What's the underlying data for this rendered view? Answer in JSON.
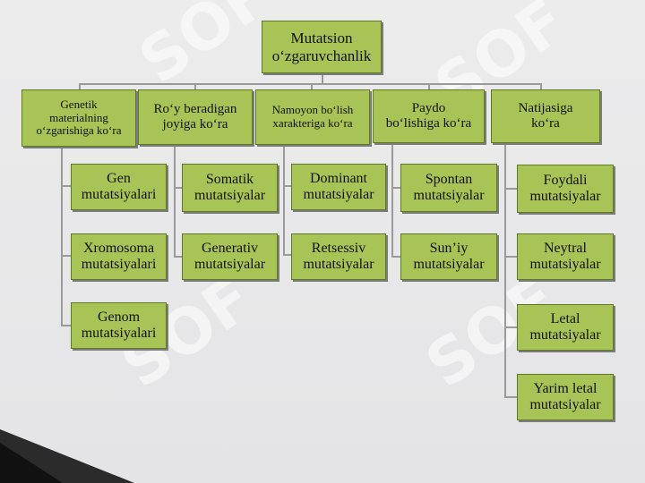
{
  "root": "Mutatsion\no‘zgaruvchanlik",
  "categories": [
    {
      "label": "Genetik\nmaterialning\no‘zgarishiga ko‘ra",
      "items": [
        "Gen\nmutatsiyalari",
        "Xromosoma\nmutatsiyalari",
        "Genom\nmutatsiyalari"
      ]
    },
    {
      "label": "Ro‘y beradigan\njoyiga ko‘ra",
      "items": [
        "Somatik\nmutatsiyalar",
        "Generativ\nmutatsiyalar"
      ]
    },
    {
      "label": "Namoyon bo‘lish\nxarakteriga ko‘ra",
      "items": [
        "Dominant\nmutatsiyalar",
        "Retsessiv\nmutatsiyalar"
      ]
    },
    {
      "label": "Paydo\nbo‘lishiga ko‘ra",
      "items": [
        "Spontan\nmutatsiyalar",
        "Sun’iy\nmutatsiyalar"
      ]
    },
    {
      "label": "Natijasiga\nko‘ra",
      "items": [
        "Foydali\nmutatsiyalar",
        "Neytral\nmutatsiyalar",
        "Letal\nmutatsiyalar",
        "Yarim letal\nmutatsiyalar"
      ]
    }
  ]
}
